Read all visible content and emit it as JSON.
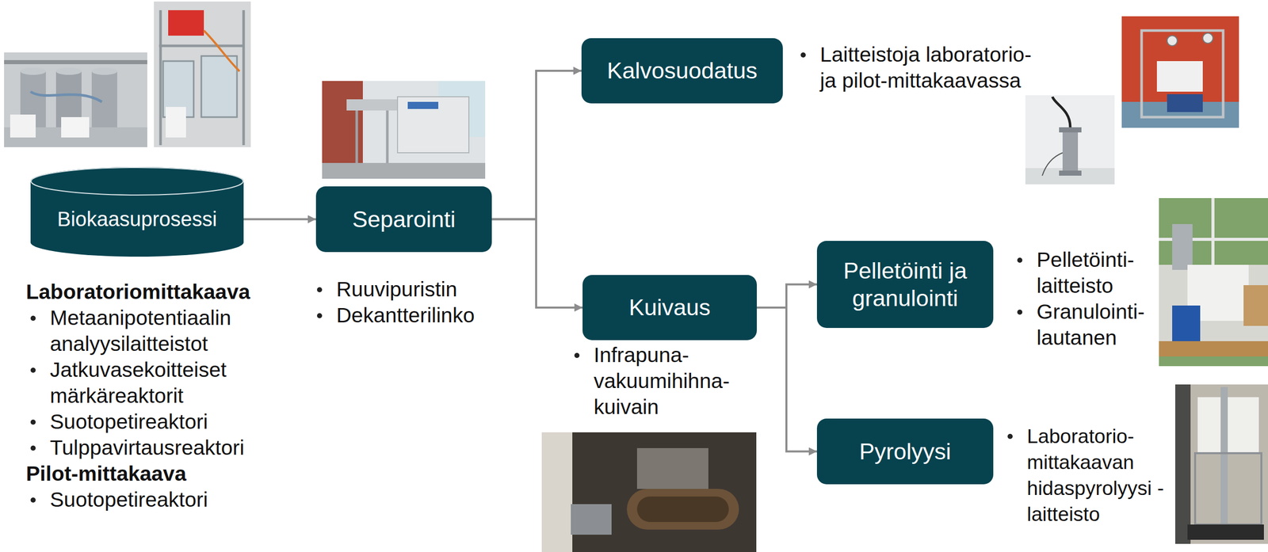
{
  "diagram": {
    "nodes": [
      {
        "text": [
          "Biokaasuprosessi"
        ]
      },
      {
        "text": [
          "Separointi"
        ]
      },
      {
        "text": [
          "Kalvosuodatus"
        ]
      },
      {
        "text": [
          "Kuivaus"
        ]
      },
      {
        "text": [
          "Pelletöinti ja granulointi"
        ]
      },
      {
        "text": [
          "Pyrolyysi"
        ]
      }
    ],
    "edges": [
      {
        "from": 0,
        "to": 1,
        "arrow": "to"
      },
      {
        "from": 1,
        "to": 2,
        "arrow": "to"
      },
      {
        "from": 1,
        "to": 3,
        "arrow": "to"
      },
      {
        "from": 3,
        "to": 4,
        "arrow": "to"
      },
      {
        "from": 3,
        "to": 5,
        "arrow": "to"
      }
    ],
    "labels": [
      "Laboratoriomittakaava",
      "Metaanipotentiaalin analyysilaitteistot",
      "Jatkuvasekoitteiset märkäreaktorit",
      "Suotopetireaktori",
      "Tulppavirtausreaktori",
      "Pilot-mittakaava",
      "Suotopetireaktori",
      "Ruuvipuristin",
      "Dekantterilinko",
      "Laitteistoja laboratorio- ja pilot-mittakaavassa",
      "Infrapuna- vakuumihihna- kuivain",
      "Pelletöinti- laitteisto",
      "Granulointi- lautanen",
      "Laboratorio- mittakaavan hidaspyrolyysi -laitteisto"
    ]
  }
}
